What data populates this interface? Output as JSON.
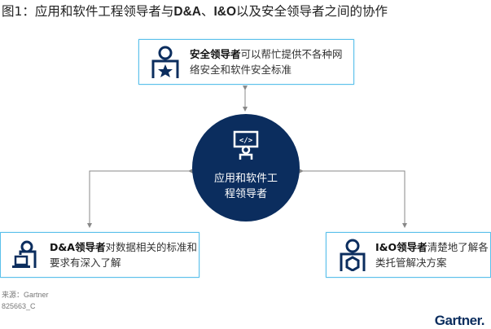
{
  "title": {
    "prefix": "图1：应用和软件工程领导者与",
    "bold1": "D&A",
    "mid": "、",
    "bold2": "I&O",
    "suffix": "以及安全领导者之间的协作"
  },
  "center": {
    "line1": "应用和软件工",
    "line2": "程领导者"
  },
  "security": {
    "bold": "安全领导者",
    "text": "可以帮忙提供不各种网络安全和软件安全标准"
  },
  "da": {
    "bold": "D&A领导者",
    "text": "对数据相关的标准和要求有深入了解"
  },
  "io": {
    "bold": "I&O领导者",
    "text": "清楚地了解各类托管解决方案"
  },
  "footer": {
    "source": "来源：Gartner",
    "id": "825663_C",
    "logo": "Gartner."
  },
  "colors": {
    "navy": "#0b2d5e",
    "border": "#5bc0eb",
    "arrow": "#888888"
  }
}
